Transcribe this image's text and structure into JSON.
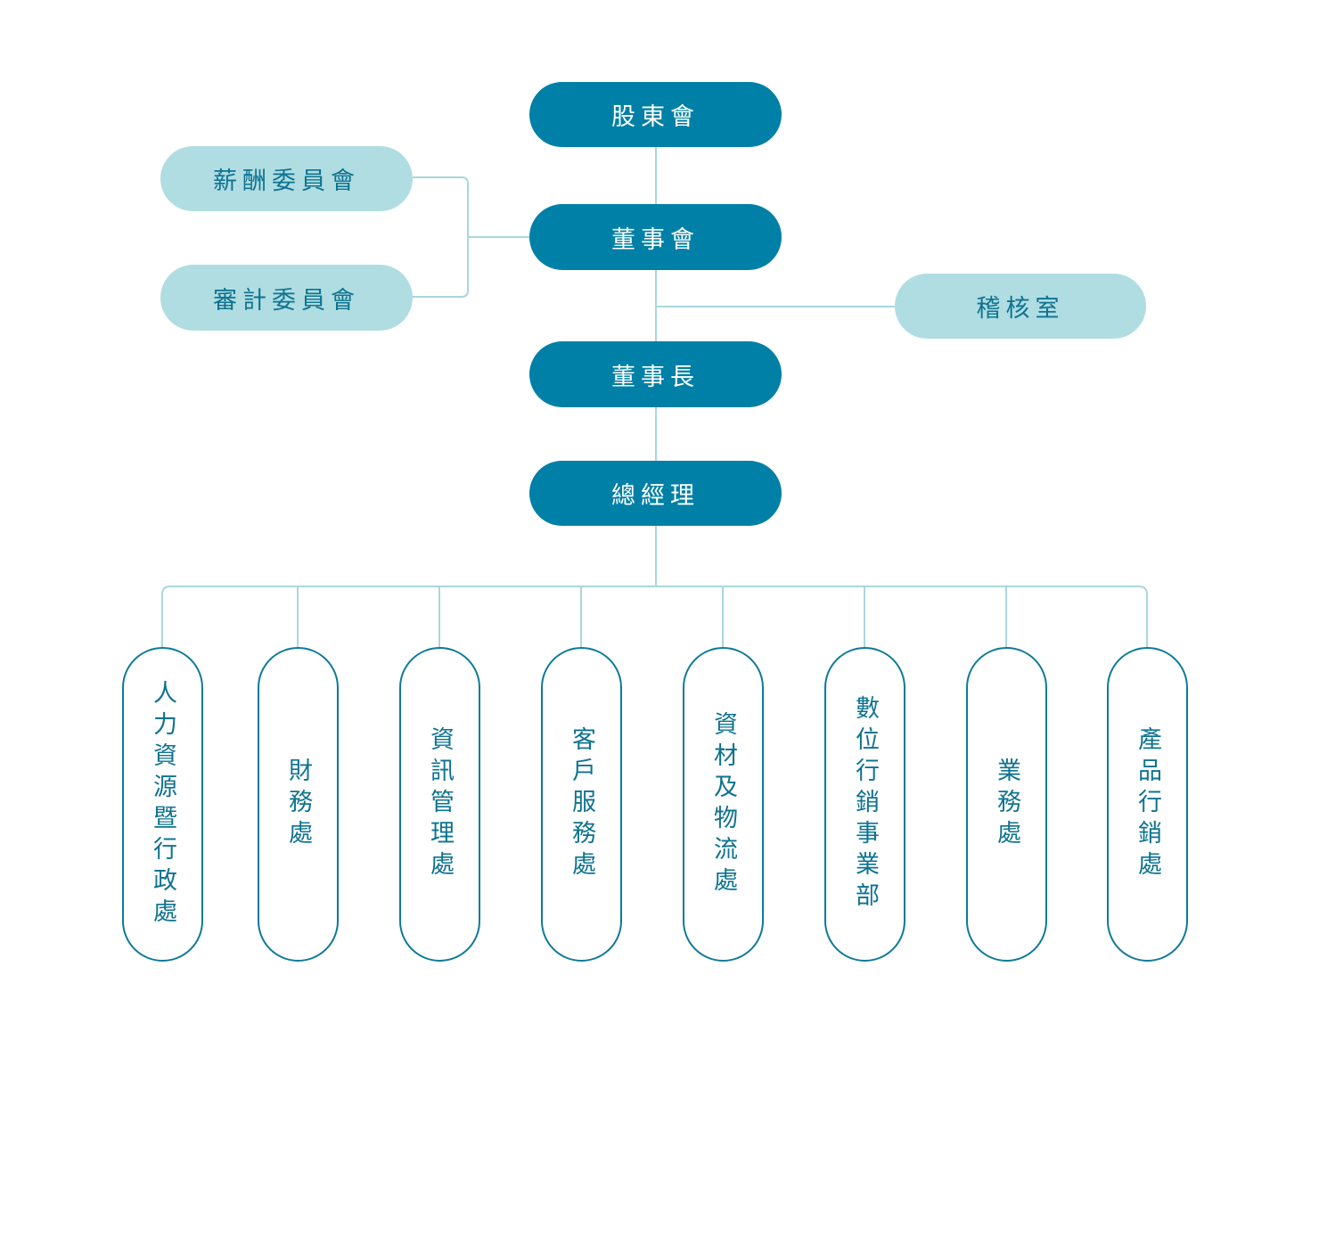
{
  "colors": {
    "primary": "#0080a6",
    "secondary": "#b0dde2",
    "line": "#a9d7df",
    "text": "#0e7390"
  },
  "nodes": {
    "shareholders": "股東會",
    "board": "董事會",
    "compensation_committee": "薪酬委員會",
    "audit_committee": "審計委員會",
    "audit_office": "稽核室",
    "chairman": "董事長",
    "general_manager": "總經理"
  },
  "departments": [
    "人力資源暨行政處",
    "財務處",
    "資訊管理處",
    "客戶服務處",
    "資材及物流處",
    "數位行銷事業部",
    "業務處",
    "產品行銷處"
  ]
}
